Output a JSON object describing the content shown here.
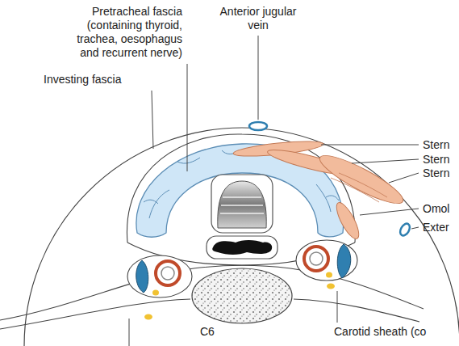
{
  "diagram": {
    "labels": [
      "Pretracheal fascia (containing thyroid, trachea, oesophagus and recurrent nerve)",
      "Anterior jugular vein",
      "Investing fascia",
      "Stern",
      "Stern",
      "Stern",
      "Omol",
      "Exter",
      "C6",
      "Carotid sheath (co"
    ]
  }
}
